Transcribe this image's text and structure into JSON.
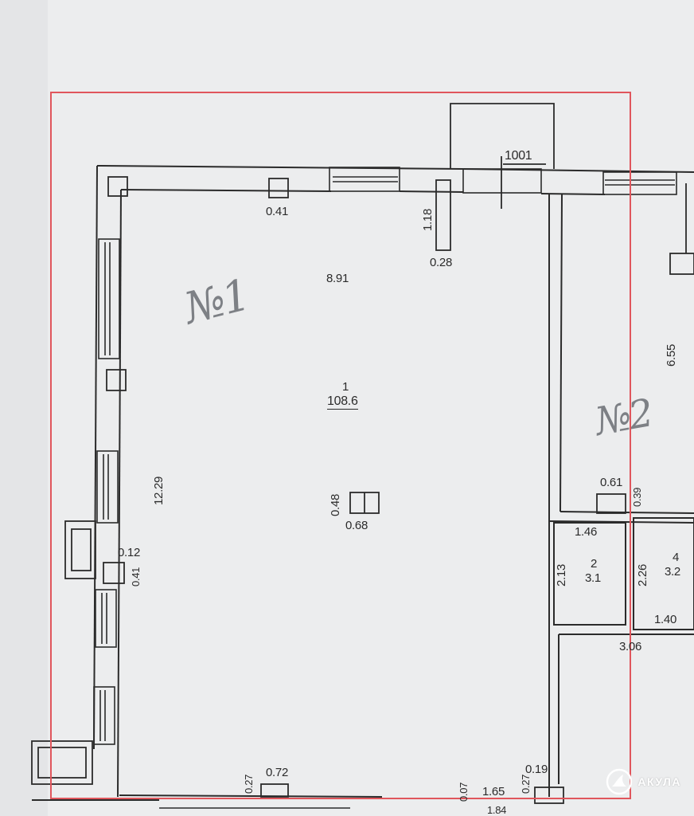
{
  "plan": {
    "room_1_number": "1",
    "room_1_area": "108.6",
    "room_2_number": "2",
    "room_2_area": "3.1",
    "room_4_number": "4",
    "room_4_area": "3.2",
    "marker_1001": "1001",
    "dimensions": {
      "d_0_41_top": "0.41",
      "d_1_18": "1.18",
      "d_0_28": "0.28",
      "d_8_91": "8.91",
      "d_6_55": "6.55",
      "d_12_29": "12.29",
      "d_0_48": "0.48",
      "d_0_68": "0.68",
      "d_0_12": "0.12",
      "d_0_41_left": "0.41",
      "d_0_61": "0.61",
      "d_0_39": "0.39",
      "d_1_46": "1.46",
      "d_2_13": "2.13",
      "d_2_26": "2.26",
      "d_1_40": "1.40",
      "d_3_06": "3.06",
      "d_0_27_a": "0.27",
      "d_0_72": "0.72",
      "d_0_07": "0.07",
      "d_1_65": "1.65",
      "d_0_27_b": "0.27",
      "d_0_19": "0.19",
      "d_1_84": "1.84"
    },
    "annotations": {
      "hand_n1": "№1",
      "hand_n2": "№2"
    },
    "outline_color": "#e0565c",
    "line_color": "#2b2b2b"
  },
  "watermark": {
    "text": "АКУЛА",
    "icon": "shark-fin-icon"
  }
}
